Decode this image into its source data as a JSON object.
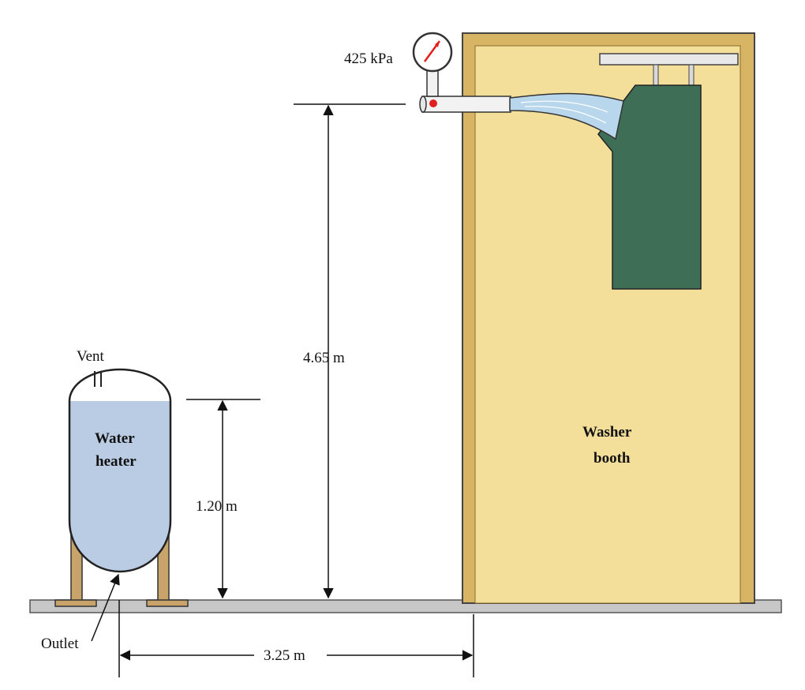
{
  "labels": {
    "pressure": "425 kPa",
    "booth_line1": "Washer",
    "booth_line2": "booth",
    "heater_line1": "Water",
    "heater_line2": "heater",
    "vent": "Vent",
    "outlet": "Outlet",
    "height_nozzle": "4.65 m",
    "height_heater": "1.20 m",
    "horizontal_distance": "3.25 m"
  },
  "colors": {
    "booth_fill": "#f3df9a",
    "booth_frame": "#c9a24e",
    "water": "#b9cce3",
    "floor": "#c7c7c7",
    "curtain": "#3f6e57",
    "gauge_needle": "#e02020"
  },
  "icons": {
    "gauge": "pressure-gauge-icon",
    "spray": "water-spray-icon"
  }
}
